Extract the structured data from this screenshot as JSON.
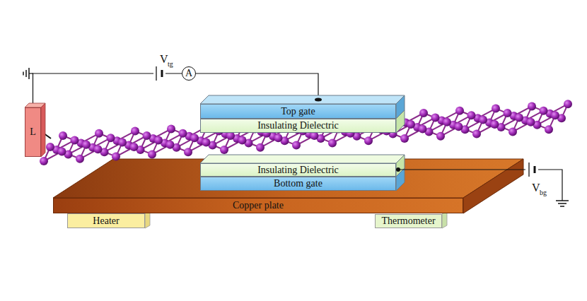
{
  "diagram": {
    "nodes": [
      {
        "text": [
          "A"
        ]
      },
      {
        "text": [
          "Top gate"
        ]
      },
      {
        "text": [
          "Insulating Dielectric"
        ]
      },
      {
        "text": [
          "L"
        ]
      },
      {
        "text": [
          "Insulating Dielectric"
        ]
      },
      {
        "text": [
          "Bottom gate"
        ]
      },
      {
        "text": [
          "Copper plate"
        ]
      },
      {
        "text": [
          "Heater"
        ]
      },
      {
        "text": [
          "Thermometer"
        ]
      }
    ],
    "edges": [
      {
        "from": 3,
        "to": 0,
        "arrow": "none"
      },
      {
        "from": 0,
        "to": 1,
        "arrow": "none"
      }
    ],
    "labels": [
      "V",
      "tg",
      "V",
      "bg"
    ]
  }
}
